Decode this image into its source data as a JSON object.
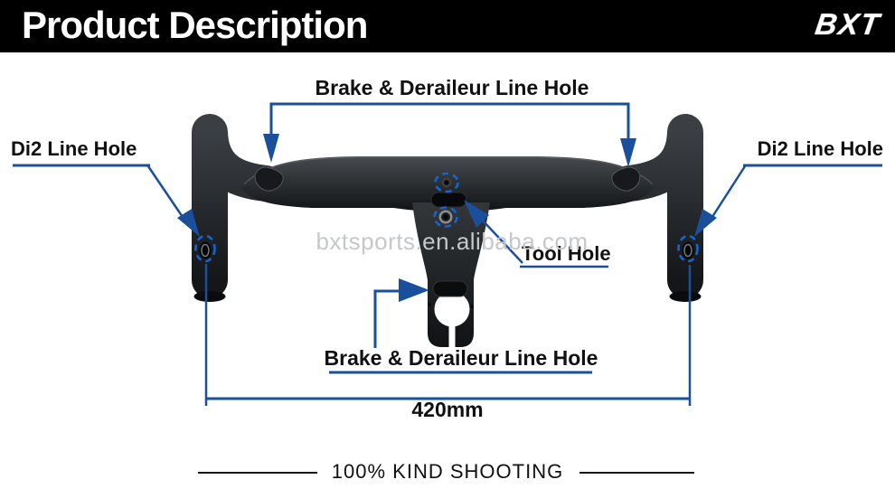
{
  "header": {
    "title": "Product Description",
    "brand": "BXT"
  },
  "labels": {
    "top_line_hole": "Brake & Deraileur Line Hole",
    "di2_left": "Di2 Line Hole",
    "di2_right": "Di2 Line Hole",
    "tool_hole": "Tool Hole",
    "bottom_line_hole": "Brake & Deraileur Line Hole",
    "width_dimension": "420mm"
  },
  "watermark": "bxtsports.en.alibaba.com",
  "footer": {
    "caption": "100% KIND SHOOTING"
  },
  "colors": {
    "header_bg": "#000000",
    "header_text": "#ffffff",
    "annotation_blue": "#1a4f9c",
    "dash_blue": "#1565d1",
    "label_text": "#111111",
    "watermark_gray": "#c5c7c9"
  }
}
